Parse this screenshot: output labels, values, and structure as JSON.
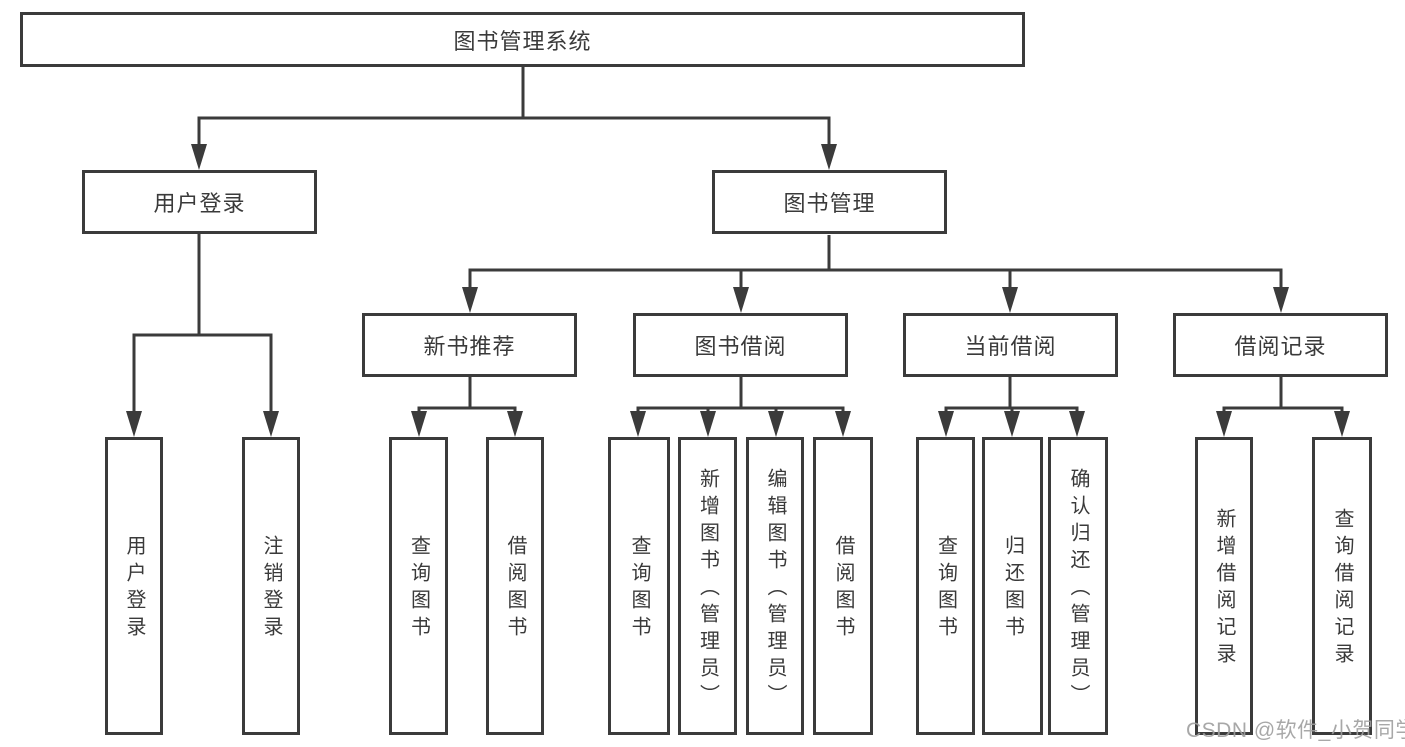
{
  "diagram": {
    "root": "图书管理系统",
    "branches": [
      {
        "label": "用户登录",
        "children": [
          "用户登录",
          "注销登录"
        ]
      },
      {
        "label": "图书管理",
        "modules": [
          {
            "label": "新书推荐",
            "children": [
              "查询图书",
              "借阅图书"
            ]
          },
          {
            "label": "图书借阅",
            "children": [
              "查询图书",
              "新增图书（管理员）",
              "编辑图书（管理员）",
              "借阅图书"
            ]
          },
          {
            "label": "当前借阅",
            "children": [
              "查询图书",
              "归还图书",
              "确认归还（管理员）"
            ]
          },
          {
            "label": "借阅记录",
            "children": [
              "新增借阅记录",
              "查询借阅记录"
            ]
          }
        ]
      }
    ]
  },
  "watermark": "CSDN @软件_小贺同学",
  "colors": {
    "line": "#3b3b3b",
    "text": "#3a3a3a",
    "background": "#ffffff",
    "watermark": "#9e9e9e"
  }
}
